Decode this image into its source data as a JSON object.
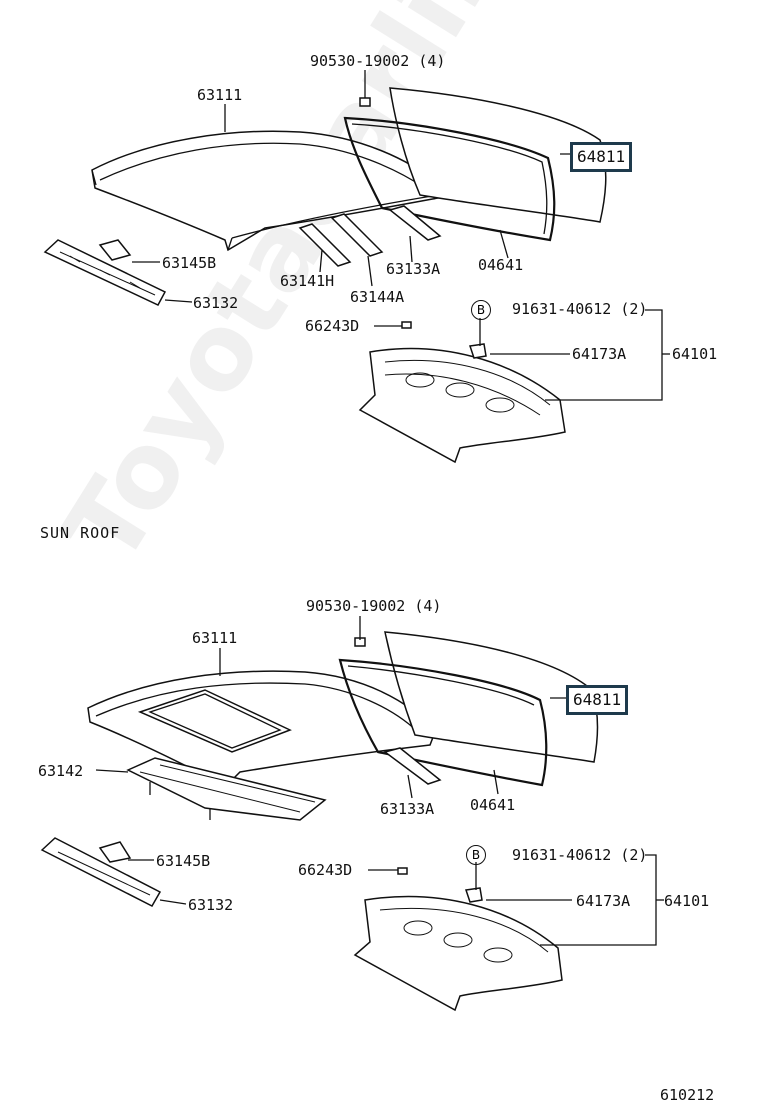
{
  "watermark": "ToyotaCarline.ru",
  "sections": {
    "sun_roof_title": "SUN ROOF"
  },
  "top": {
    "bolt": "90530-19002 (4)",
    "roof_panel": "63111",
    "back_window_glass": "64811",
    "reinforcement_a": "63145B",
    "front_header": "63132",
    "rail_h": "63141H",
    "rail_a": "63144A",
    "rail_133a": "63133A",
    "weatherstrip": "04641",
    "clip": "66243D",
    "bolt_b": "B",
    "screw": "91631-40612 (2)",
    "bracket": "64173A",
    "package_tray": "64101"
  },
  "bottom": {
    "bolt": "90530-19002 (4)",
    "roof_panel": "63111",
    "back_window_glass": "64811",
    "sunroof_reinforcement": "63142",
    "rail_133a": "63133A",
    "weatherstrip": "04641",
    "reinforcement_b": "63145B",
    "front_header": "63132",
    "clip": "66243D",
    "bolt_b": "B",
    "screw": "91631-40612 (2)",
    "bracket": "64173A",
    "package_tray": "64101"
  },
  "diagram_code": "610212"
}
